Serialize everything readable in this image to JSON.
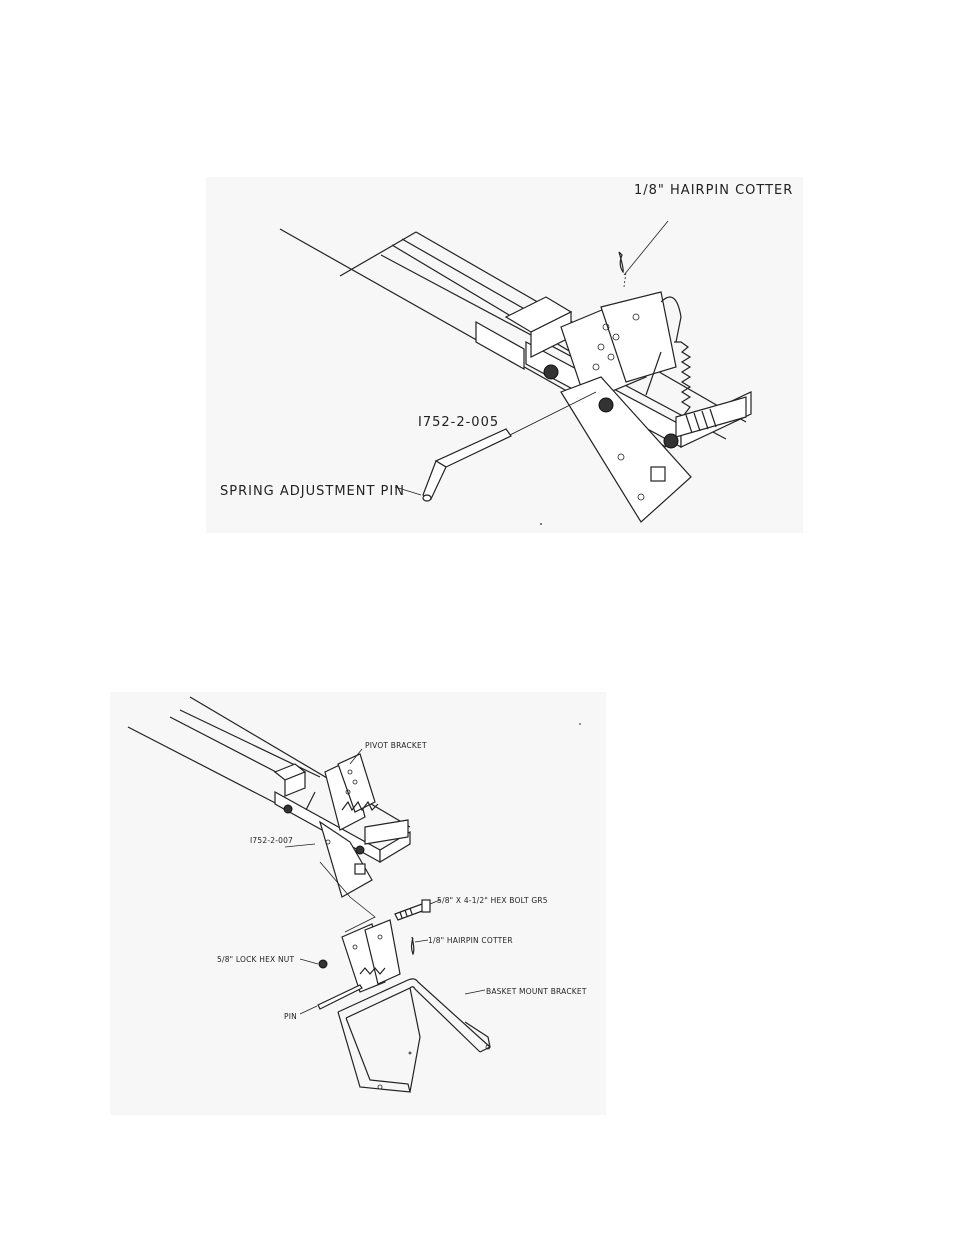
{
  "figure_top": {
    "callouts": {
      "hairpin_cotter": "1/8\" HAIRPIN COTTER",
      "part_number": "I752-2-005",
      "spring_pin": "SPRING ADJUSTMENT PIN"
    }
  },
  "figure_bottom": {
    "callouts": {
      "pivot_bracket": "PIVOT BRACKET",
      "part_number": "I752-2-007",
      "hex_bolt": "5/8\" X 4-1/2\" HEX BOLT GR5",
      "hairpin_cotter": "1/8\" HAIRPIN COTTER",
      "lock_hex_nut": "5/8\" LOCK HEX NUT",
      "basket_mount_bracket": "BASKET MOUNT BRACKET",
      "pin": "PIN"
    }
  }
}
